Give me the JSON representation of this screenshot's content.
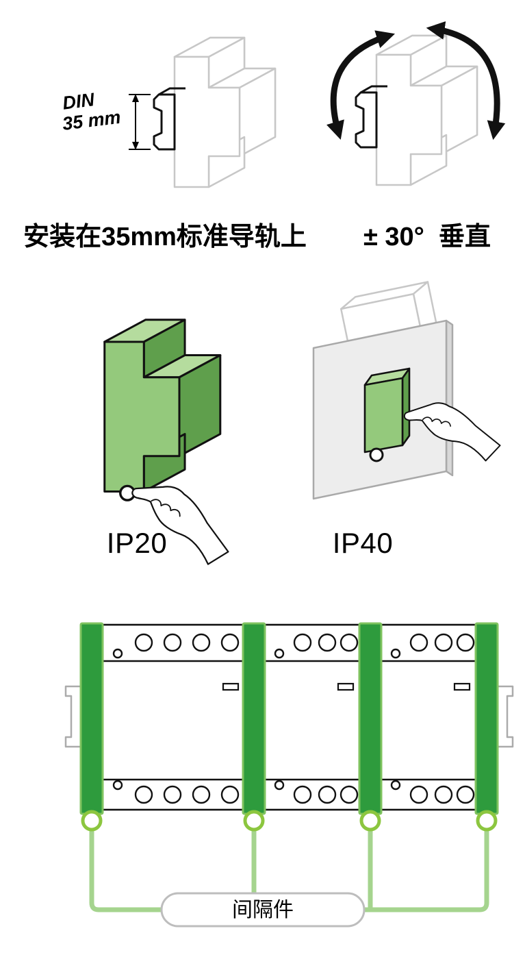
{
  "captions": {
    "rail_mount": "安装在35mm标准导轨上",
    "tilt_range": "± 30°  垂直",
    "ip20": "IP20",
    "ip40": "IP40",
    "spacer": "间隔件"
  },
  "dimension_label": {
    "line1": "DIN",
    "line2": "35 mm"
  },
  "colors": {
    "module_green_front": "#94C97C",
    "module_green_top": "#B5DC9E",
    "module_green_side": "#5F9F4C",
    "spacer_bar": "#2E9B3D",
    "spacer_bar_edge": "#7FC35F",
    "callout_line_green": "#A5D48E",
    "callout_ring_green": "#8CC63F",
    "sketch_outline_gray": "#C7C7C7",
    "panel_gray": "#EDEDED",
    "outline_black": "#111111"
  }
}
